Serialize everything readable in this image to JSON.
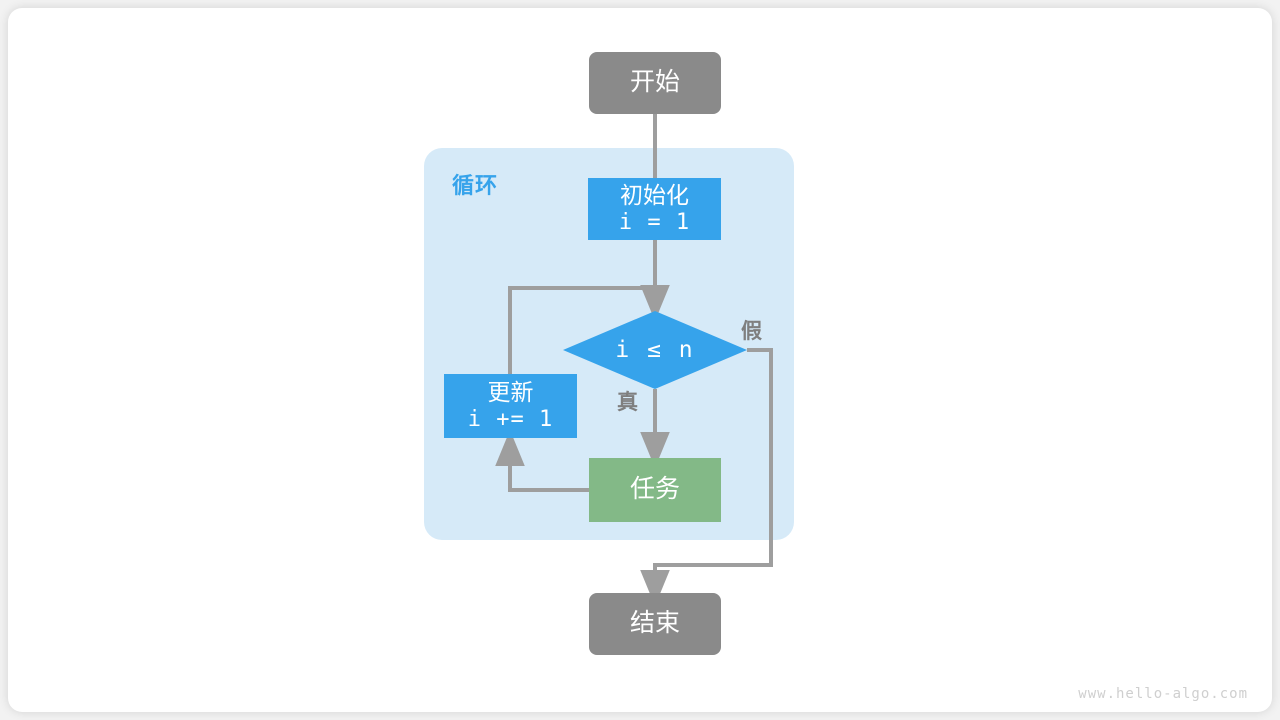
{
  "diagram": {
    "title_watermark": "www.hello-algo.com",
    "colors": {
      "terminal": "#8a8a8a",
      "process": "#36a3eb",
      "task": "#83b987",
      "loop_container": "#d6eaf8",
      "loop_label": "#36a3eb",
      "arrow": "#9e9e9e",
      "edge_label": "#7f7f7f",
      "canvas": "#ffffff",
      "page": "#f2f2f2",
      "watermark": "#cfcfcf"
    },
    "nodes": {
      "start": {
        "label": "开始",
        "shape": "rounded-rect",
        "fill": "#8a8a8a"
      },
      "init": {
        "label": "初始化",
        "expr": "i = 1",
        "shape": "rect",
        "fill": "#36a3eb"
      },
      "decision": {
        "label": "i ≤ n",
        "shape": "diamond",
        "fill": "#36a3eb"
      },
      "update": {
        "label": "更新",
        "expr": "i += 1",
        "shape": "rect",
        "fill": "#36a3eb"
      },
      "task": {
        "label": "任务",
        "shape": "rect",
        "fill": "#83b987"
      },
      "end": {
        "label": "结束",
        "shape": "rounded-rect",
        "fill": "#8a8a8a"
      }
    },
    "loop_container": {
      "label": "循环"
    },
    "edge_labels": {
      "true": "真",
      "false": "假"
    },
    "edges": [
      {
        "from": "start",
        "to": "init",
        "label": ""
      },
      {
        "from": "init",
        "to": "decision",
        "label": ""
      },
      {
        "from": "decision",
        "to": "task",
        "label": "真"
      },
      {
        "from": "task",
        "to": "update",
        "label": ""
      },
      {
        "from": "update",
        "to": "decision",
        "label": ""
      },
      {
        "from": "decision",
        "to": "end",
        "label": "假"
      }
    ]
  }
}
